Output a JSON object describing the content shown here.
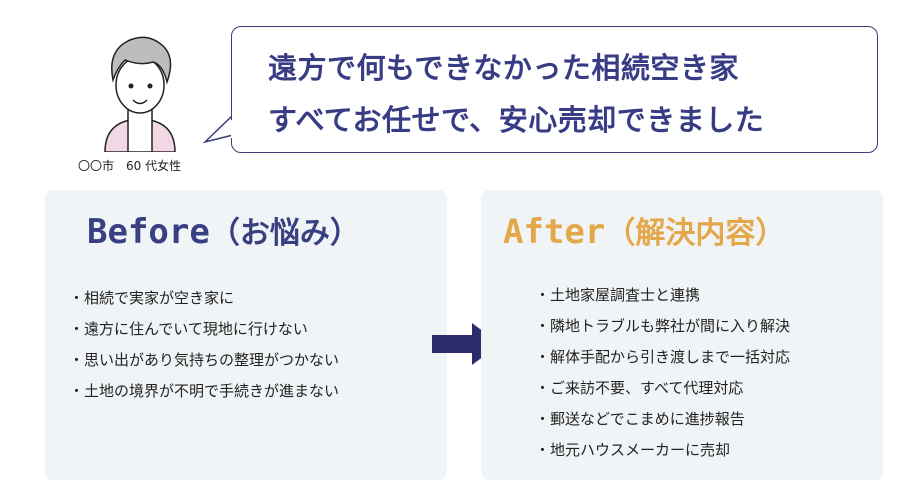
{
  "speaker": {
    "caption": "〇〇市　60 代女性"
  },
  "bubble": {
    "line1": "遠方で何もできなかった相続空き家",
    "line2": "すべてお任せで、安心売却できました"
  },
  "before": {
    "title_en": "Before",
    "title_jp": "（お悩み）",
    "color": "#394082",
    "items": [
      "相続で実家が空き家に",
      "遠方に住んでいて現地に行けない",
      "思い出があり気持ちの整理がつかない",
      "土地の境界が不明で手続きが進まない"
    ]
  },
  "after": {
    "title_en": "After",
    "title_jp": "（解決内容）",
    "color": "#e3a84a",
    "items": [
      "土地家屋調査士と連携",
      "隣地トラブルも弊社が間に入り解決",
      "解体手配から引き渡しまで一括対応",
      "ご来訪不要、すべて代理対応",
      "郵送などでこまめに進捗報告",
      "地元ハウスメーカーに売却"
    ]
  }
}
